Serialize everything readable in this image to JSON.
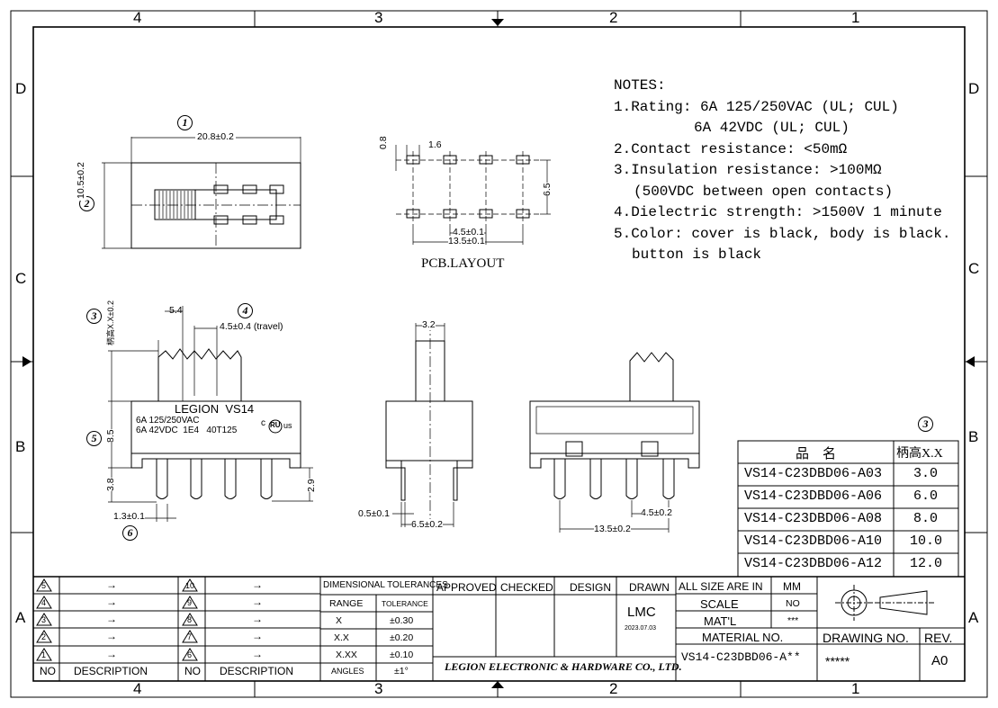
{
  "zone_columns": [
    "4",
    "3",
    "2",
    "1"
  ],
  "zone_rows": [
    "D",
    "C",
    "B",
    "A"
  ],
  "notes": {
    "title": "NOTES:",
    "lines": [
      "1.Rating: 6A 125/250VAC (UL; CUL)",
      "6A 42VDC (UL; CUL)",
      "2.Contact resistance: <50mΩ",
      "3.Insulation resistance: >100MΩ",
      "(500VDC between open contacts)",
      "4.Dielectric strength: >1500V 1 minute",
      "5.Color: cover is black, body is black.",
      "button is black"
    ]
  },
  "top_view": {
    "callout_1": "1",
    "callout_2": "2",
    "width_dim": "20.8±0.2",
    "height_dim": "10.5±0.2"
  },
  "pcb_layout": {
    "label": "PCB.LAYOUT",
    "dim_pad_h": "0.8",
    "dim_pad_w": "1.6",
    "dim_row_pitch": "6.5",
    "dim_col_pitch": "4.5±0.1",
    "dim_span": "13.5±0.1"
  },
  "front_view": {
    "callout_3": "3",
    "callout_4": "4",
    "callout_5": "5",
    "callout_6": "6",
    "handle_height_label": "柄高X.X±0.2",
    "dim_handle_w": "5.4",
    "dim_travel": "4.5±0.4 (travel)",
    "dim_body_h": "8.5",
    "dim_pin_len": "3.8",
    "dim_pin_w": "1.3±0.1",
    "dim_side": "2.9",
    "marking_brand": "LEGION  VS14",
    "marking_line1": "6A 125/250VAC",
    "marking_line2": "6A 42VDC  1E4   40T125",
    "ul_mark_c": "c",
    "ul_mark_ru": "RU",
    "ul_mark_us": "us"
  },
  "side_view": {
    "dim_handle_w": "3.2",
    "dim_pin_t": "0.5±0.1",
    "dim_pin_span": "6.5±0.2"
  },
  "back_view": {
    "dim_pitch": "4.5±0.2",
    "dim_span": "13.5±0.2"
  },
  "part_table": {
    "callout": "3",
    "headers": [
      "品　名",
      "柄高X.X"
    ],
    "rows": [
      [
        "VS14-C23DBD06-A03",
        "3.0"
      ],
      [
        "VS14-C23DBD06-A06",
        "6.0"
      ],
      [
        "VS14-C23DBD06-A08",
        "8.0"
      ],
      [
        "VS14-C23DBD06-A10",
        "10.0"
      ],
      [
        "VS14-C23DBD06-A12",
        "12.0"
      ]
    ]
  },
  "revision_block": {
    "rows_left": [
      "5",
      "4",
      "3",
      "2",
      "1"
    ],
    "rows_right": [
      "10",
      "9",
      "8",
      "7",
      "6"
    ],
    "arrow": "→",
    "col_no": "NO",
    "col_desc": "DESCRIPTION"
  },
  "tolerances": {
    "title": "DIMENSIONAL TOLERANCES",
    "col_range": "RANGE",
    "col_tol": "TOLERANCE",
    "rows": [
      [
        "X",
        "±0.30"
      ],
      [
        "X.X",
        "±0.20"
      ],
      [
        "X.XX",
        "±0.10"
      ],
      [
        "ANGLES",
        "±1°"
      ]
    ]
  },
  "approval": {
    "headers": [
      "APPROVED",
      "CHECKED",
      "DESIGN",
      "DRAWN"
    ],
    "drawn_by": "LMC",
    "drawn_date": "2023.07.03",
    "company": "LEGION ELECTRONIC & HARDWARE CO., LTD."
  },
  "title_block": {
    "units_label": "ALL SIZE ARE IN",
    "units_value": "MM",
    "scale_label": "SCALE",
    "scale_value": "NO",
    "matl_label": "MAT'L",
    "matl_value": "***",
    "material_no_label": "MATERIAL NO.",
    "material_no_value": "VS14-C23DBD06-A**",
    "drawing_no_label": "DRAWING NO.",
    "drawing_no_value": "*****",
    "rev_label": "REV.",
    "rev_value": "A0"
  }
}
